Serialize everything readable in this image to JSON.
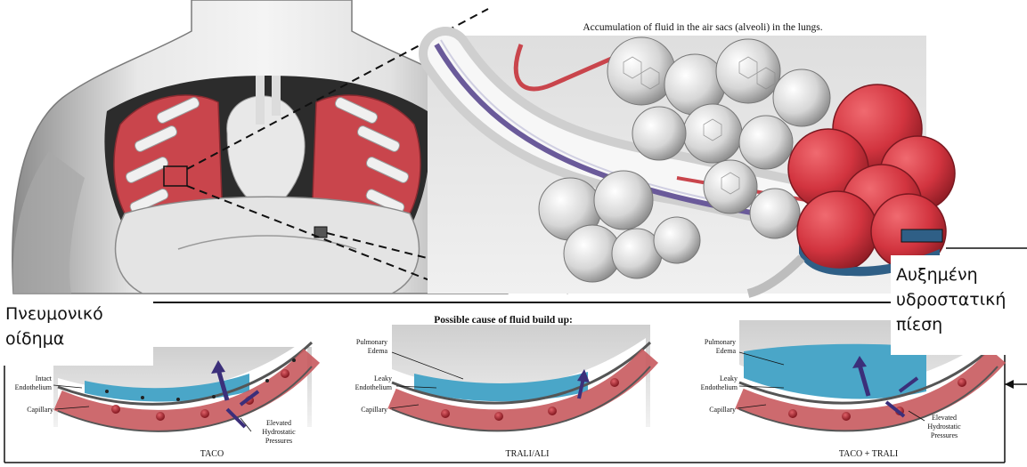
{
  "top_title": "Accumulation of fluid in the air sacs (alveoli) in the lungs.",
  "mid_title": "Possible cause of fluid build up:",
  "overlay_left": {
    "line1": "Πνευμονικό",
    "line2": "οίδημα"
  },
  "overlay_right": {
    "line1": "Αυξημένη",
    "line2": "υδροστατική",
    "line3": "πίεση"
  },
  "panels": [
    {
      "caption": "TACO",
      "labels": {
        "intact_1": "Intact",
        "intact_2": "Endothelium",
        "capillary": "Capillary",
        "elevated_1": "Elevated",
        "elevated_2": "Hydrostatic",
        "elevated_3": "Pressures"
      }
    },
    {
      "caption": "TRALI/ALI",
      "labels": {
        "pulm_1": "Pulmonary",
        "pulm_2": "Edema",
        "leaky_1": "Leaky",
        "leaky_2": "Endothelium",
        "capillary": "Capillary"
      }
    },
    {
      "caption": "TACO + TRALI",
      "labels": {
        "pulm_1": "Pulmonary",
        "pulm_2": "Edema",
        "leaky_1": "Leaky",
        "leaky_2": "Endothelium",
        "capillary": "Capillary",
        "elevated_1": "Elevated",
        "elevated_2": "Hydrostatic",
        "elevated_3": "Pressures"
      }
    }
  ],
  "colors": {
    "lung": "#c9454c",
    "alveolus_red": "#d2343f",
    "fluid": "#4aa6c8",
    "capillary_wall": "#c85a5e",
    "arrow": "#3b2f7a"
  }
}
